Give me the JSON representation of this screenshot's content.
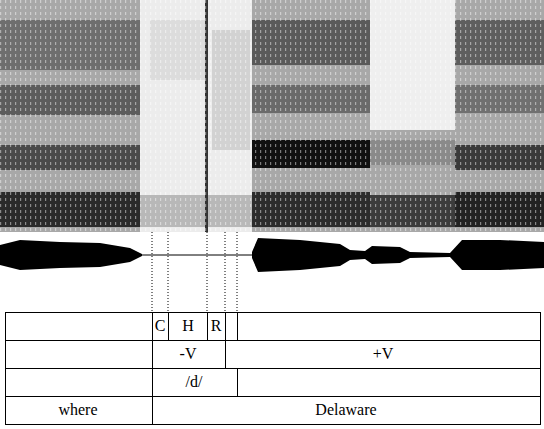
{
  "diagram": {
    "labels": [
      "C",
      "H",
      "R",
      "-V",
      "+V",
      "/d/",
      "where",
      "Delaware"
    ]
  }
}
